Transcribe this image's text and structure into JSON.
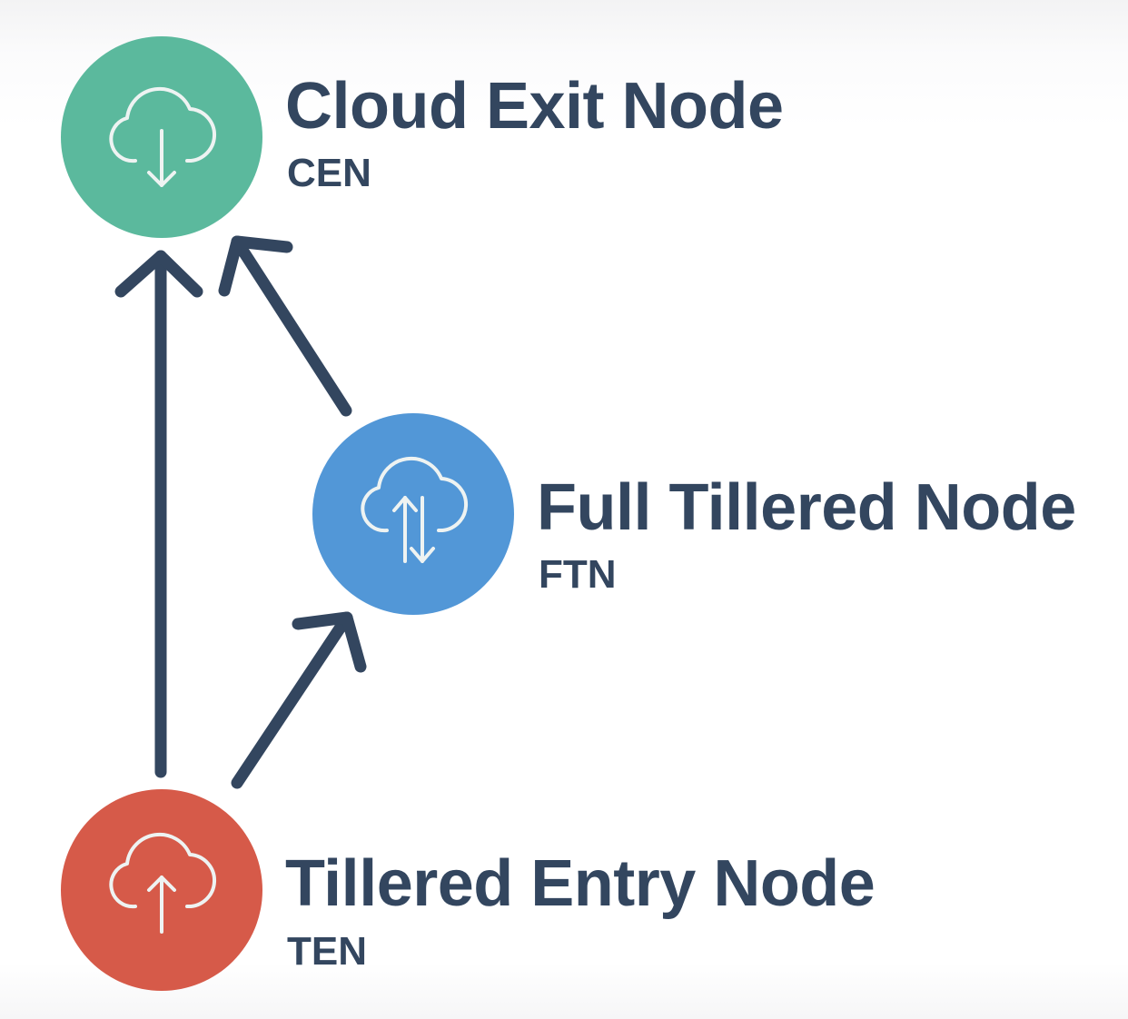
{
  "colors": {
    "ink": "#33465f",
    "cen": "#5bb99d",
    "ftn": "#5297d7",
    "ten": "#d65a49",
    "icon_stroke": "#eef3f2"
  },
  "nodes": {
    "cen": {
      "title": "Cloud Exit Node",
      "abbr": "CEN",
      "icon": "cloud-download-icon"
    },
    "ftn": {
      "title": "Full Tillered Node",
      "abbr": "FTN",
      "icon": "cloud-sync-icon"
    },
    "ten": {
      "title": "Tillered Entry Node",
      "abbr": "TEN",
      "icon": "cloud-upload-icon"
    }
  },
  "edges": [
    {
      "from": "ten",
      "to": "cen"
    },
    {
      "from": "ftn",
      "to": "cen"
    },
    {
      "from": "ten",
      "to": "ftn"
    }
  ]
}
